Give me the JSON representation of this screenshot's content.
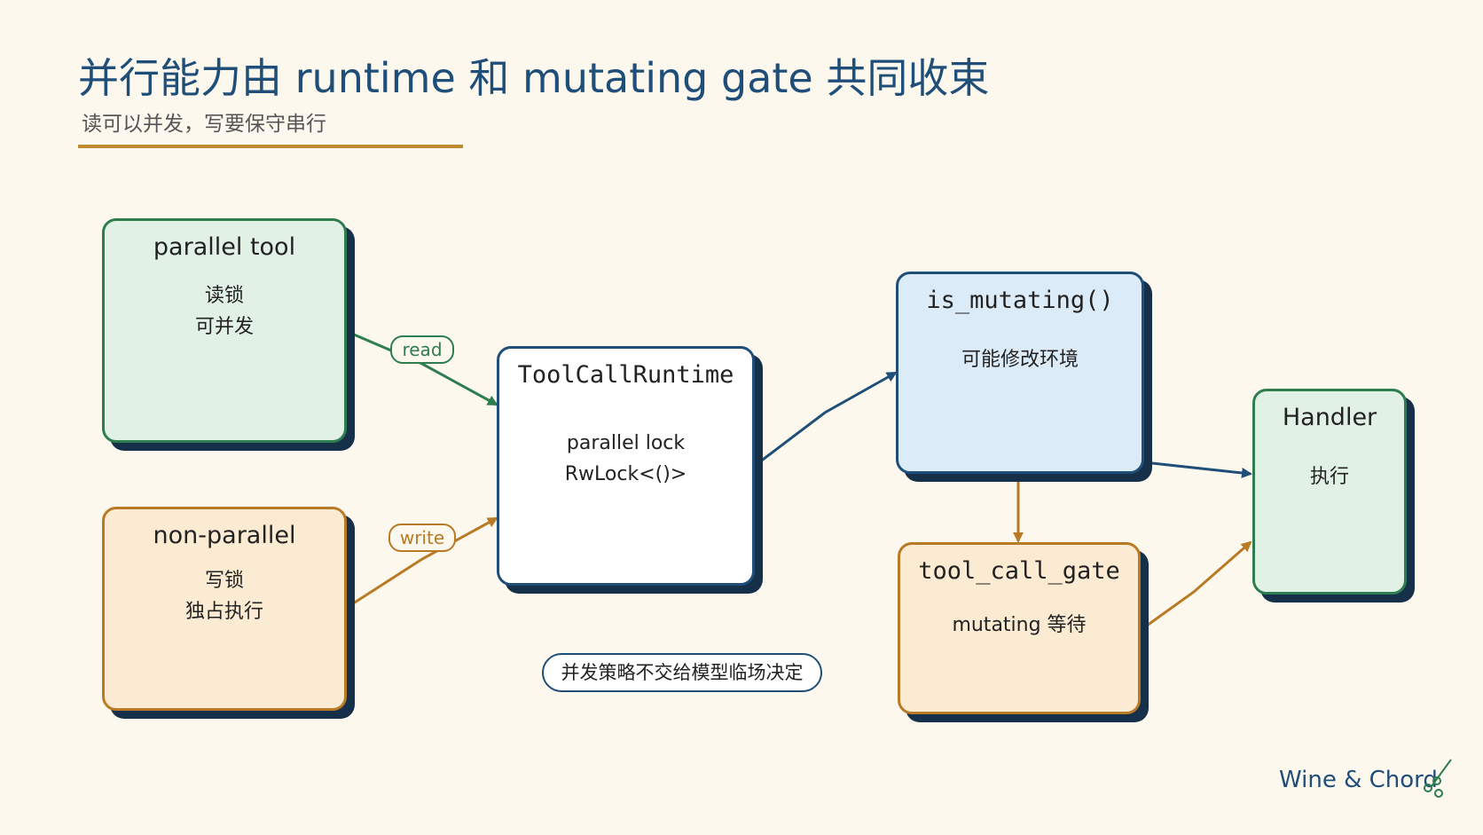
{
  "header": {
    "title": "并行能力由 runtime 和 mutating gate 共同收束",
    "subtitle": "读可以并发，写要保守串行"
  },
  "nodes": {
    "parallel_tool": {
      "title": "parallel tool",
      "line1": "读锁",
      "line2": "可并发"
    },
    "non_parallel": {
      "title": "non-parallel",
      "line1": "写锁",
      "line2": "独占执行"
    },
    "runtime": {
      "title": "ToolCallRuntime",
      "line1": "parallel lock",
      "line2": "RwLock<()>"
    },
    "is_mutating": {
      "title": "is_mutating()",
      "line1": "可能修改环境"
    },
    "gate": {
      "title": "tool_call_gate",
      "line1": "mutating 等待"
    },
    "handler": {
      "title": "Handler",
      "line1": "执行"
    }
  },
  "edge_labels": {
    "read": "read",
    "write": "write"
  },
  "note": "并发策略不交给模型临场决定",
  "brand": "Wine & Chord",
  "colors": {
    "green": "#2e7d4f",
    "orange": "#b87a24",
    "navy": "#1f4e79",
    "background": "#fdf8ee"
  }
}
